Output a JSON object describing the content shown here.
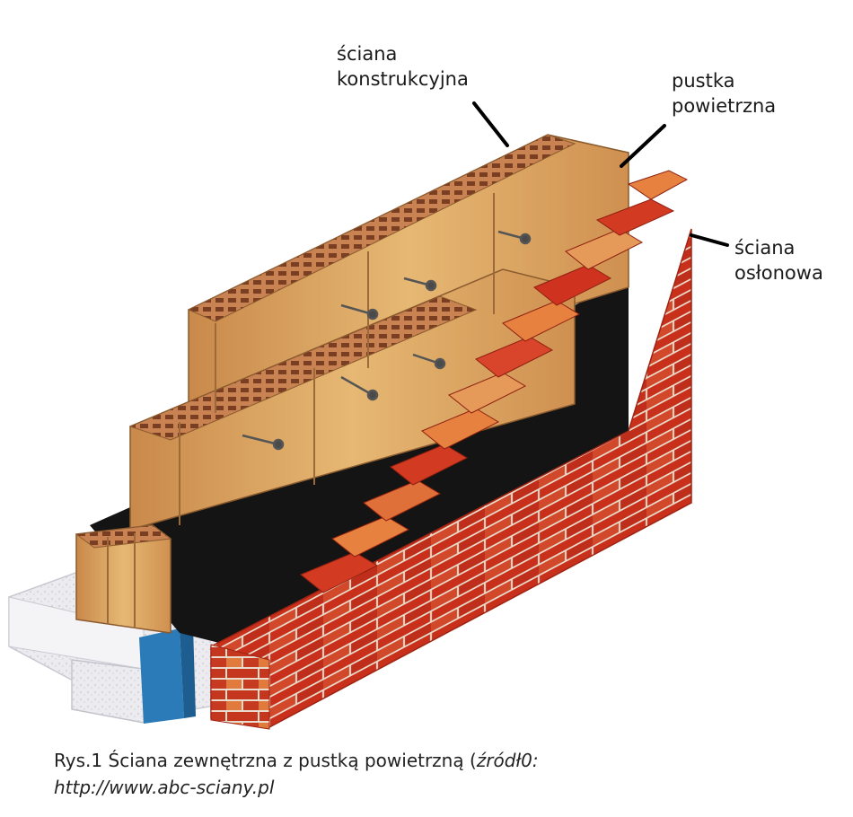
{
  "labels": {
    "structural_wall_line1": "ściana",
    "structural_wall_line2": "konstrukcyjna",
    "air_gap_line1": "pustka",
    "air_gap_line2": "powietrzna",
    "facing_wall_line1": "ściana",
    "facing_wall_line2": "osłonowa"
  },
  "caption": {
    "main": "Rys.1 Ściana zewnętrzna z pustką powietrzną (",
    "source_italic": "źródł0:",
    "url": "http://www.abc-sciany.pl"
  },
  "colors": {
    "brick_red": "#c9301c",
    "brick_orange": "#e2703a",
    "block_wood": "#d9a75e",
    "membrane": "#141414",
    "insulation_blue": "#2a7bb8",
    "foundation": "#e8e8ec"
  }
}
